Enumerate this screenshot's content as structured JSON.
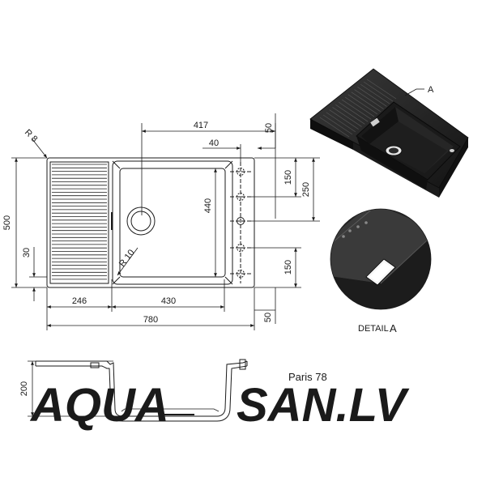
{
  "product_name": "Paris 78",
  "detail_callout": "A",
  "detail_caption": "DETAIL",
  "detail_caption_letter": "A",
  "watermark": {
    "part1": "AQUA",
    "part2": "SAN.LV"
  },
  "dimensions": {
    "width_417": "417",
    "offset_40": "40",
    "top_50": "50",
    "height_150_top": "150",
    "height_250": "250",
    "height_440": "440",
    "height_500": "500",
    "height_30": "30",
    "radius_8": "R 8",
    "radius_10": "R 10",
    "height_150_bottom": "150",
    "width_246": "246",
    "width_430": "430",
    "width_780": "780",
    "bottom_50": "50",
    "depth_200": "200"
  },
  "colors": {
    "line": "#1a1a1a",
    "sink_dark": "#161616",
    "sink_mid": "#2a2a2a",
    "watermark_blue": "#c9d6ee",
    "watermark_gold": "#f3dfa8"
  }
}
